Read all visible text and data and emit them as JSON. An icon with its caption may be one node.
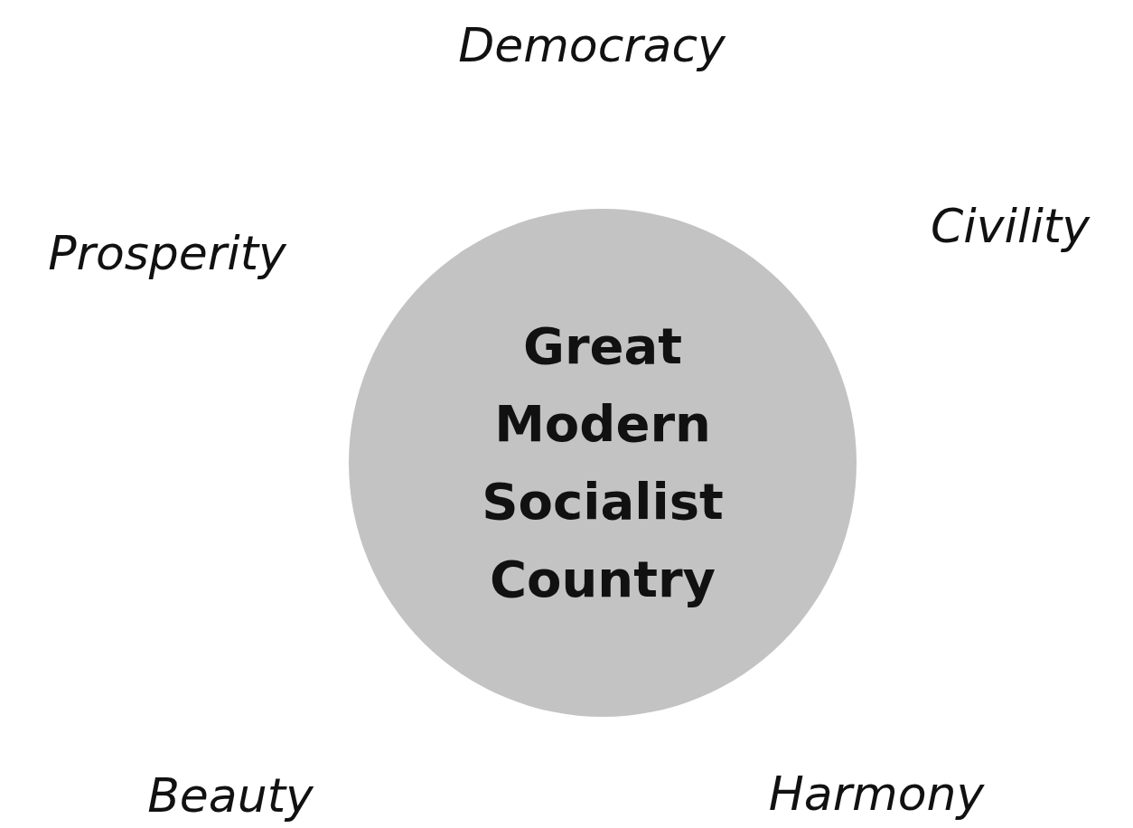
{
  "diagram": {
    "nodes": [
      {
        "text": [
          "Great Modern Socialist Country"
        ]
      }
    ],
    "labels": [
      "Democracy",
      "Civility",
      "Prosperity",
      "Beauty",
      "Harmony"
    ]
  }
}
